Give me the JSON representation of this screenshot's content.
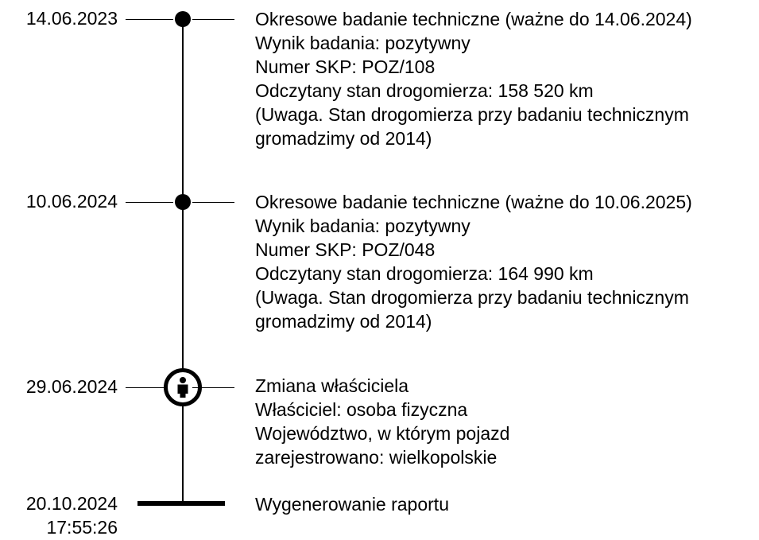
{
  "events": [
    {
      "date": "14.06.2023",
      "lines": [
        "Okresowe badanie techniczne (ważne do 14.06.2024)",
        "Wynik badania: pozytywny",
        "Numer SKP: POZ/108",
        "Odczytany stan drogomierza: 158 520 km",
        "(Uwaga. Stan drogomierza przy badaniu technicznym",
        "gromadzimy od 2014)"
      ],
      "marker_icon": "dot-icon"
    },
    {
      "date": "10.06.2024",
      "lines": [
        "Okresowe badanie techniczne (ważne do 10.06.2025)",
        "Wynik badania: pozytywny",
        "Numer SKP: POZ/048",
        "Odczytany stan drogomierza: 164 990 km",
        "(Uwaga. Stan drogomierza przy badaniu technicznym",
        "gromadzimy od 2014)"
      ],
      "marker_icon": "dot-icon"
    },
    {
      "date": "29.06.2024",
      "lines": [
        "Zmiana właściciela",
        "Właściciel: osoba fizyczna",
        "Województwo, w którym pojazd",
        "zarejestrowano: wielkopolskie"
      ],
      "marker_icon": "person-icon"
    }
  ],
  "end": {
    "date": "20.10.2024",
    "time": "17:55:26",
    "text": "Wygenerowanie raportu",
    "marker_icon": "end-bar-icon"
  }
}
